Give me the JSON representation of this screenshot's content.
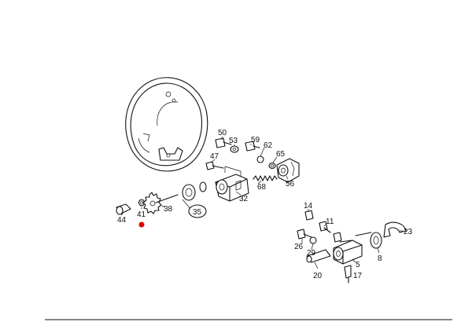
{
  "diagram": {
    "callouts": [
      "50",
      "53",
      "59",
      "62",
      "65",
      "47",
      "68",
      "56",
      "32",
      "14",
      "11",
      "23",
      "26",
      "29",
      "5",
      "8",
      "20",
      "17",
      "44",
      "41",
      "38",
      "35"
    ],
    "marker_color": "#e00000"
  }
}
